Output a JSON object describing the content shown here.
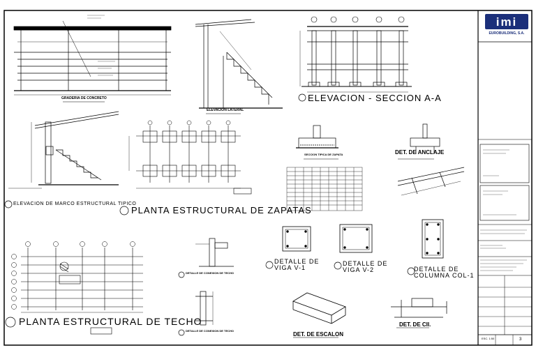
{
  "titles": {
    "elev_concreto": "GRADERIA DE CONCRETO",
    "elev_lateral": "ELEVACION LATERAL",
    "elev_seccion": "ELEVACION - SECCION A-A",
    "marco_tipico": "ELEVACION DE MARCO ESTRUCTURAL TIPICO",
    "planta_zapatas": "PLANTA ESTRUCTURAL DE ZAPATAS",
    "seccion_zapata": "SECCION TIPICA DE ZAPATA",
    "det_anclaje": "DET. DE ANCLAJE",
    "det_viga_v1": "DETALLE DE VIGA V-1",
    "det_viga_v2": "DETALLE DE VIGA V-2",
    "det_columna": "DETALLE DE COLUMNA COL-1",
    "planta_techo": "PLANTA ESTRUCTURAL DE TECHO",
    "det_conexion_1": "DETALLE DE CONEXION DE TECHO",
    "det_conexion_2": "DETALLE DE CONEXION DE TECHO",
    "det_escalon": "DET. DE ESCALON",
    "det_cii": "DET. DE CII."
  },
  "logo": {
    "mark": "imi",
    "company": "EUROBUILDING, S.A."
  },
  "title_block": {
    "scale_label": "ESC. 1:50",
    "sheet_no": "3"
  },
  "colors": {
    "ink": "#000000",
    "logo_blue": "#1b2f7a",
    "paper": "#ffffff"
  }
}
